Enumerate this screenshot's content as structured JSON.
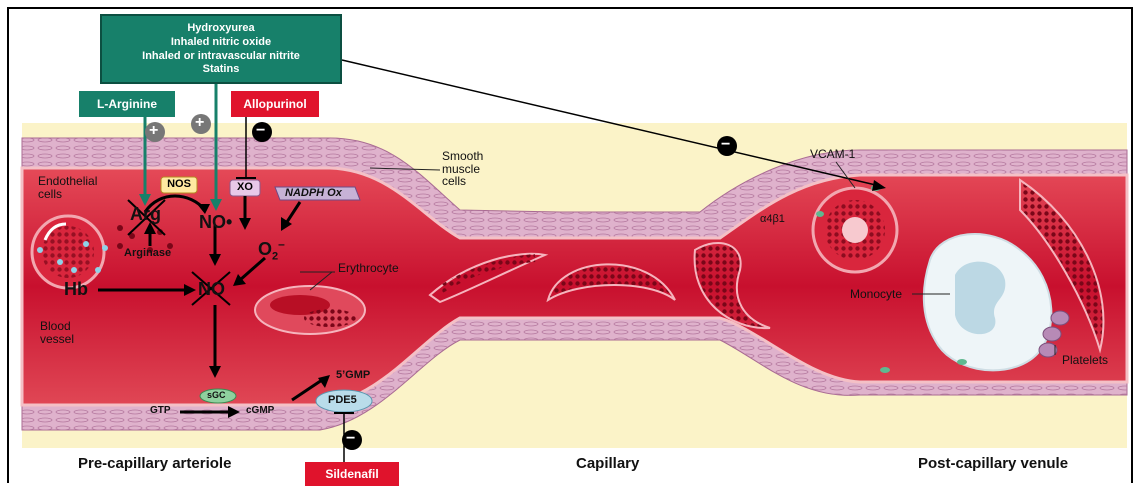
{
  "treatments": {
    "main_lines": [
      "Hydroxyurea",
      "Inhaled nitric oxide",
      "Inhaled or intravascular nitrite",
      "Statins"
    ],
    "l_arginine": "L-Arginine",
    "allopurinol": "Allopurinol",
    "sildenafil": "Sildenafil"
  },
  "labels": {
    "endothelial": [
      "Endothelial",
      "cells"
    ],
    "smooth_muscle": [
      "Smooth",
      "muscle",
      "cells"
    ],
    "nos": "NOS",
    "arg": "Arg",
    "arginase": "Arginase",
    "no": "NO•",
    "no_blocked": "NO",
    "xo": "XO",
    "nadph": "NADPH Ox",
    "o2": "O",
    "o2_sup": "2",
    "o2_charge": "–",
    "hb": "Hb",
    "blood_vessel": [
      "Blood",
      "vessel"
    ],
    "erythrocyte": "Erythrocyte",
    "sgc": "sGC",
    "gtp": "GTP",
    "cgmp": "cGMP",
    "five_gmp": "5’GMP",
    "pde5": "PDE5",
    "vcam": "VCAM-1",
    "integrin": "α4β1",
    "monocyte": "Monocyte",
    "platelets": "Platelets"
  },
  "sections": {
    "pre": "Pre-capillary arteriole",
    "capillary": "Capillary",
    "post": "Post-capillary venule"
  },
  "signs": {
    "plus": "+",
    "minus": "−"
  },
  "colors": {
    "green": "#17806a",
    "red_box": "#e0132c",
    "lumen": "#c8102e",
    "background": "#fbf3c8",
    "wall": "#d9a9c6"
  }
}
